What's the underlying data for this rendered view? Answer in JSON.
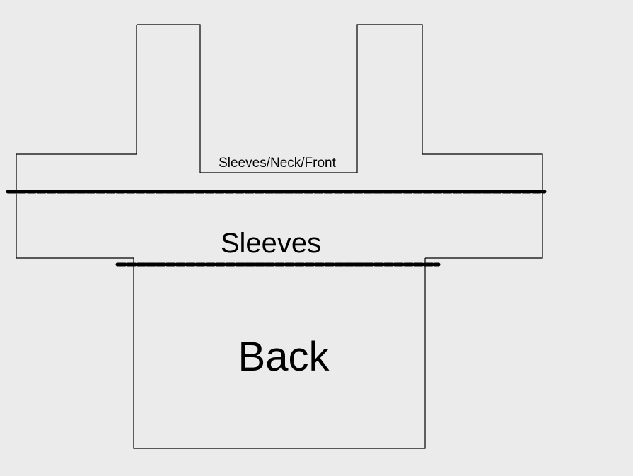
{
  "labels": {
    "top_panel": "Sleeves/Neck/Front",
    "middle_panel": "Sleeves",
    "bottom_panel": "Back"
  },
  "colors": {
    "background": "#ebebeb",
    "outline": "#000000",
    "fold_line": "#000000"
  }
}
